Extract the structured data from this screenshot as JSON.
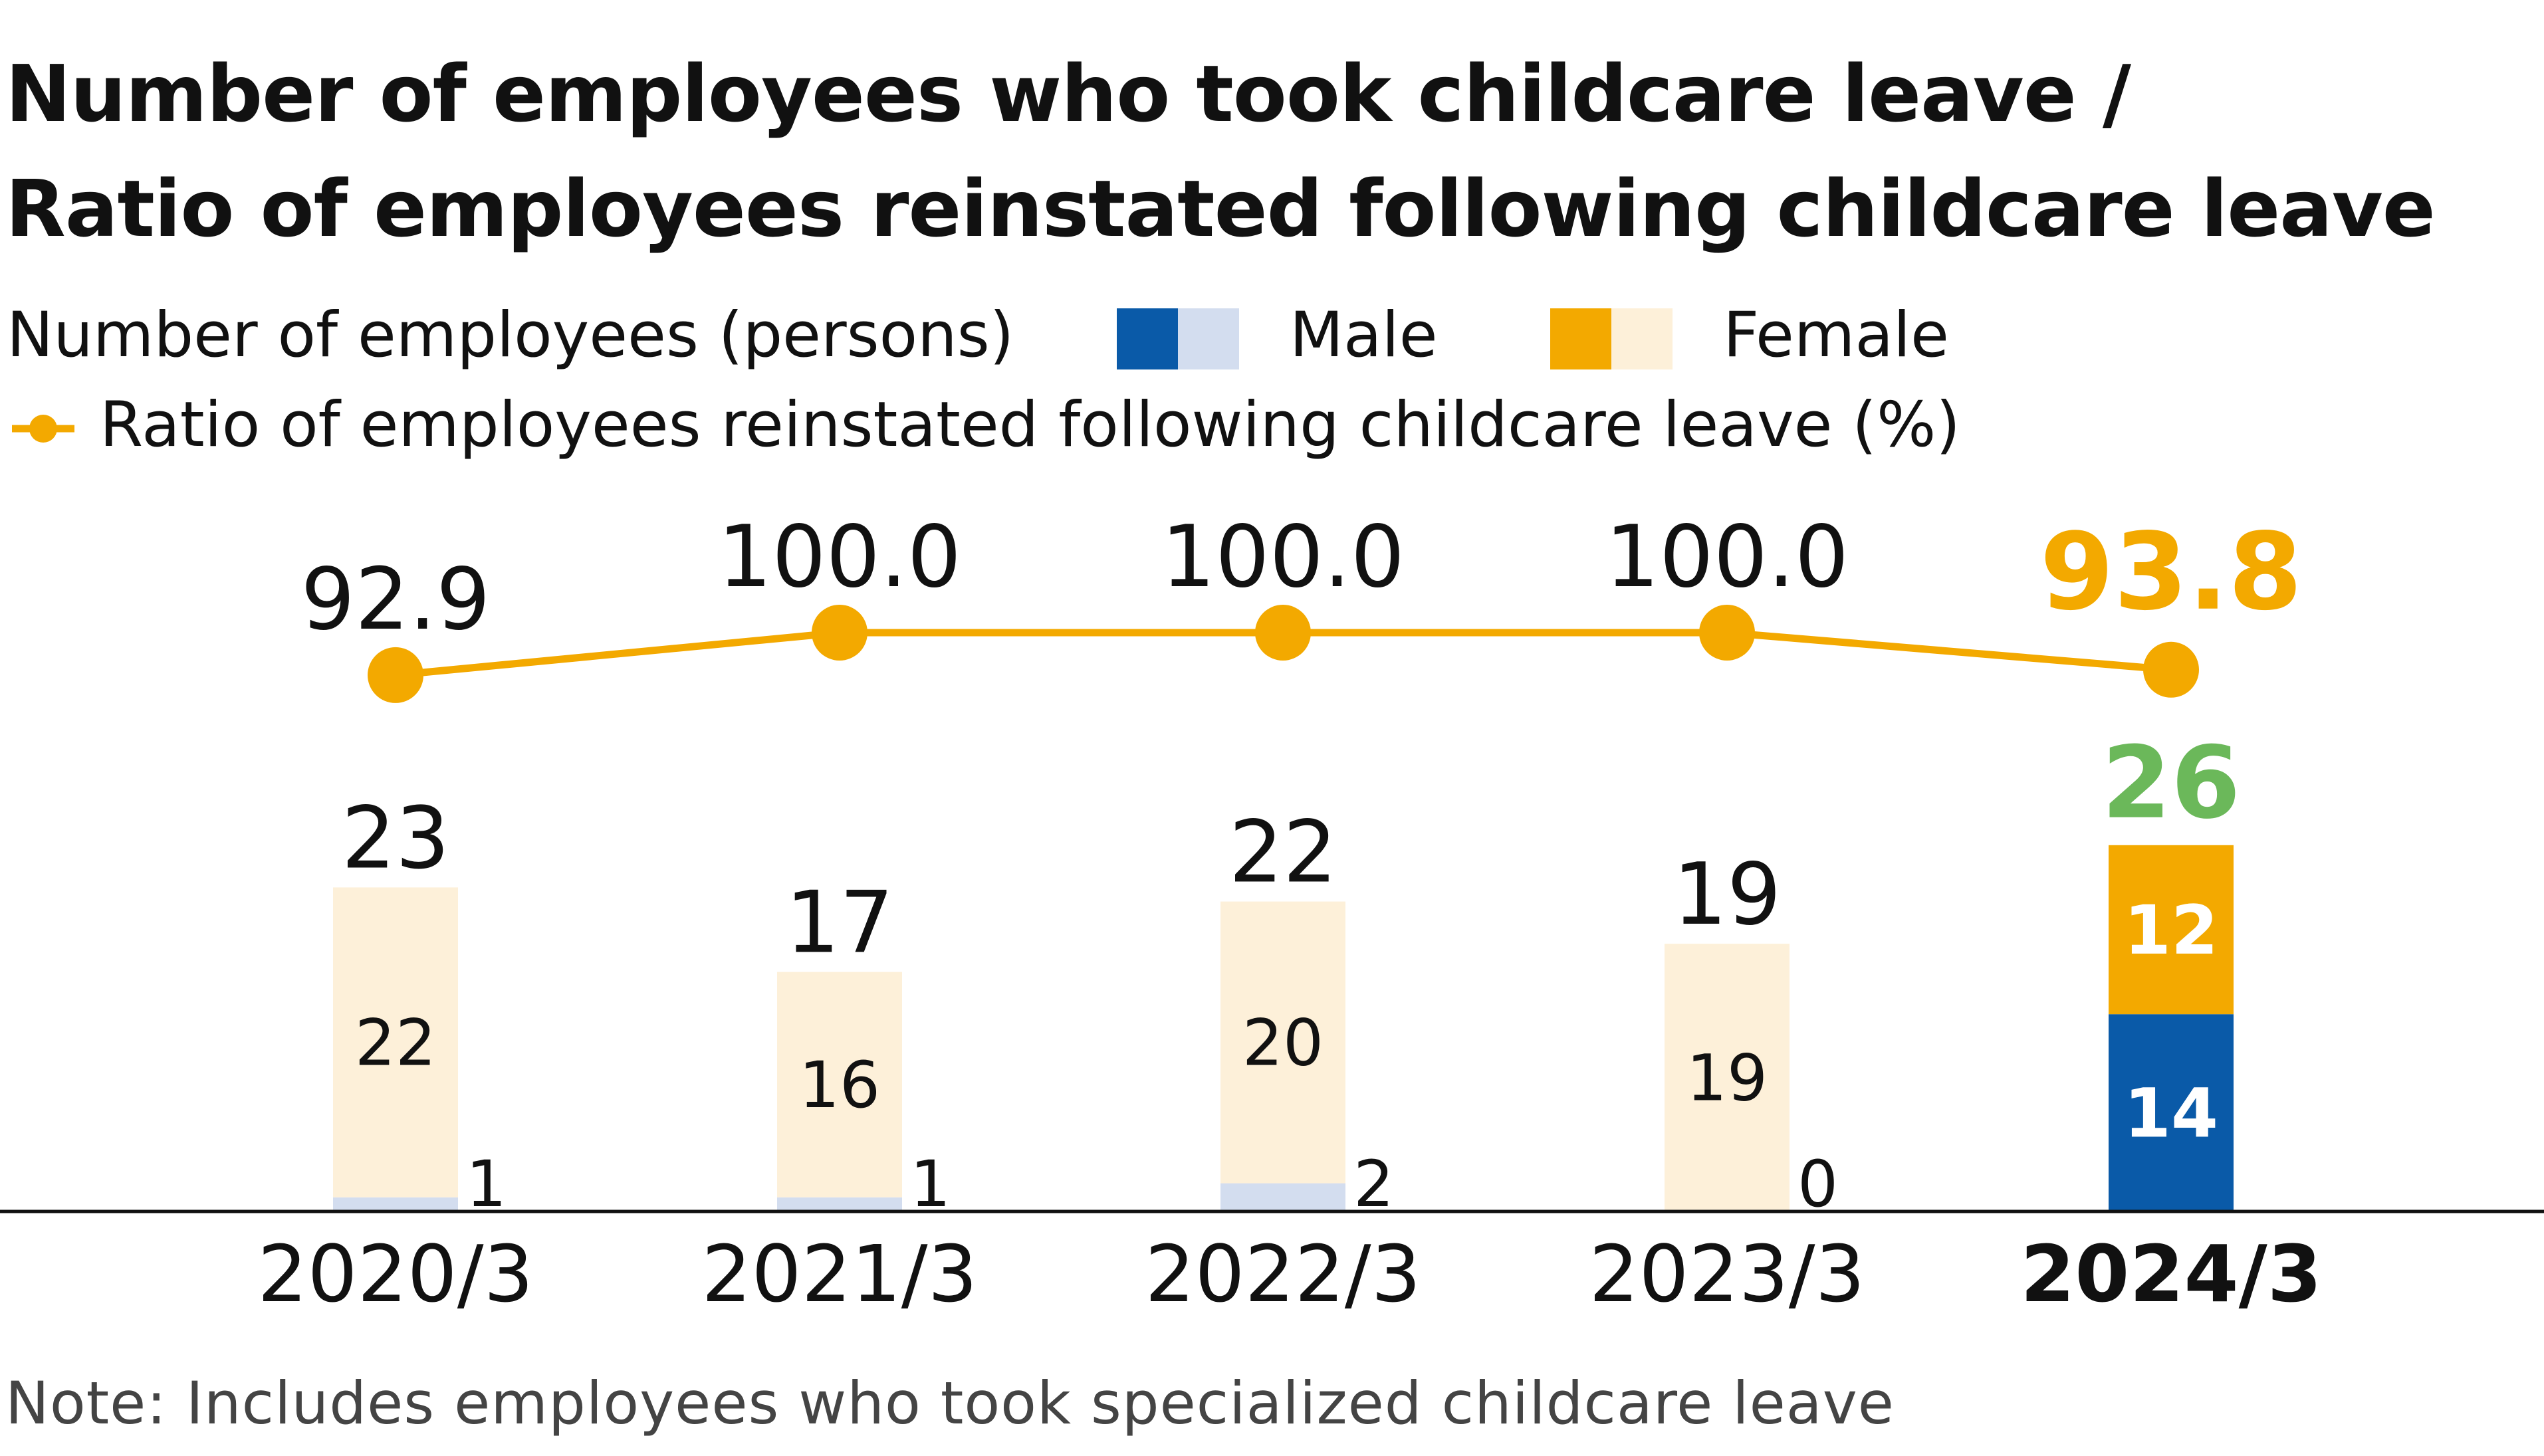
{
  "title_lines": [
    "Number of employees who took childcare leave /",
    "Ratio of employees reinstated following childcare leave"
  ],
  "legend": {
    "bars_label": "Number of employees (persons)",
    "male_label": "Male",
    "female_label": "Female",
    "line_label": "Ratio of employees reinstated following childcare leave (%)"
  },
  "colors": {
    "male_current": "#0a5aa8",
    "male_past": "#d3ddef",
    "female_current": "#f3a900",
    "female_past": "#fdf0d9",
    "line": "#f3a900",
    "total_highlight": "#6bb85a",
    "text": "#111111",
    "axis": "#111111"
  },
  "chart_data": {
    "type": "bar",
    "stacked": true,
    "categories": [
      "2020/3",
      "2021/3",
      "2022/3",
      "2023/3",
      "2024/3"
    ],
    "highlight_category": "2024/3",
    "series": [
      {
        "name": "Male",
        "values": [
          1,
          1,
          2,
          0,
          14
        ]
      },
      {
        "name": "Female",
        "values": [
          22,
          16,
          20,
          19,
          12
        ]
      }
    ],
    "totals": [
      23,
      17,
      22,
      19,
      26
    ],
    "line_series": {
      "name": "Ratio of employees reinstated following childcare leave (%)",
      "values": [
        92.9,
        100.0,
        100.0,
        100.0,
        93.8
      ],
      "labels": [
        "92.9",
        "100.0",
        "100.0",
        "100.0",
        "93.8"
      ]
    }
  },
  "note": "Note: Includes employees who took specialized childcare leave"
}
